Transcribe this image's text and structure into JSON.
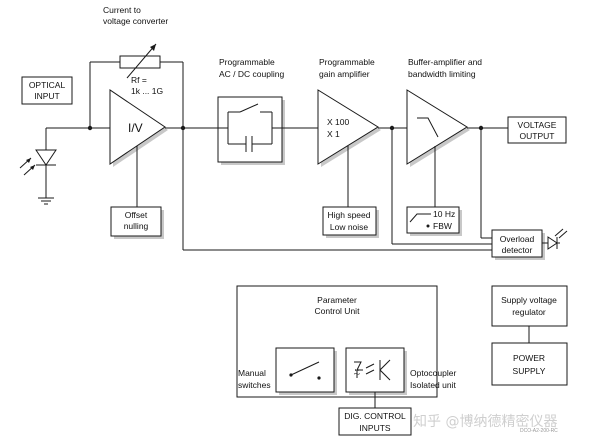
{
  "labels": {
    "optical_input_1": "OPTICAL",
    "optical_input_2": "INPUT",
    "current_converter_1": "Current to",
    "current_converter_2": "voltage converter",
    "rf_1": "Rf =",
    "rf_2": "1k ... 1G",
    "iv": "I/V",
    "offset_1": "Offset",
    "offset_2": "nulling",
    "acdc_1": "Programmable",
    "acdc_2": "AC / DC coupling",
    "pga_1": "Programmable",
    "pga_2": "gain amplifier",
    "gain_1": "X 100",
    "gain_2": "X 1",
    "speed_1": "High speed",
    "speed_2": "Low noise",
    "buffer_1": "Buffer-amplifier and",
    "buffer_2": "bandwidth limiting",
    "bw_1": "10 Hz",
    "bw_2": "FBW",
    "voltage_output_1": "VOLTAGE",
    "voltage_output_2": "OUTPUT",
    "overload_1": "Overload",
    "overload_2": "detector",
    "param_1": "Parameter",
    "param_2": "Control Unit",
    "manual_1": "Manual",
    "manual_2": "switches",
    "opto_1": "Optocoupler",
    "opto_2": "Isolated unit",
    "dig_1": "DIG. CONTROL",
    "dig_2": "INPUTS",
    "supply_1": "Supply voltage",
    "supply_2": "regulator",
    "power_1": "POWER",
    "power_2": "SUPPLY",
    "figure_code": "DCO-A2-200-RC",
    "watermark": "知乎 @博纳德精密仪器"
  }
}
